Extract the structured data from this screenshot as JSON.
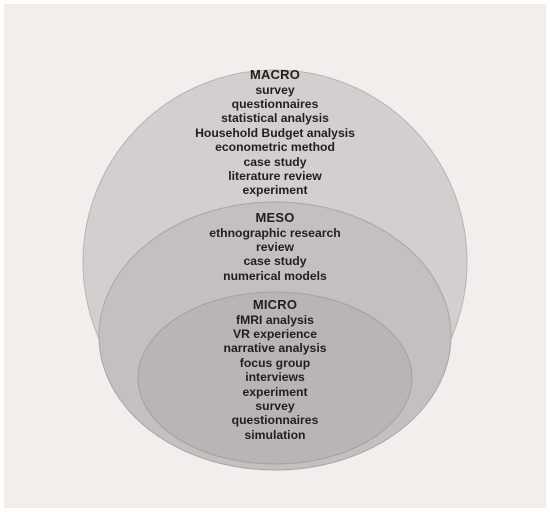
{
  "colors": {
    "background": "#f1eeec",
    "macro_fill": "#d3cfce",
    "meso_fill": "#c3c0bf",
    "micro_fill": "#b8b5b4",
    "circle_stroke": "#aaa6a5",
    "text": "#1f1f1f"
  },
  "levels": [
    {
      "title": "MACRO",
      "items": [
        "survey",
        "questionnaires",
        "statistical analysis",
        "Household Budget analysis",
        "econometric method",
        "case study",
        "literature review",
        "experiment"
      ]
    },
    {
      "title": "MESO",
      "items": [
        "ethnographic research",
        "review",
        "case study",
        "numerical models"
      ]
    },
    {
      "title": "MICRO",
      "items": [
        "fMRI analysis",
        "VR experience",
        "narrative analysis",
        "focus group",
        "interviews",
        "experiment",
        "survey",
        "questionnaires",
        "simulation"
      ]
    }
  ]
}
